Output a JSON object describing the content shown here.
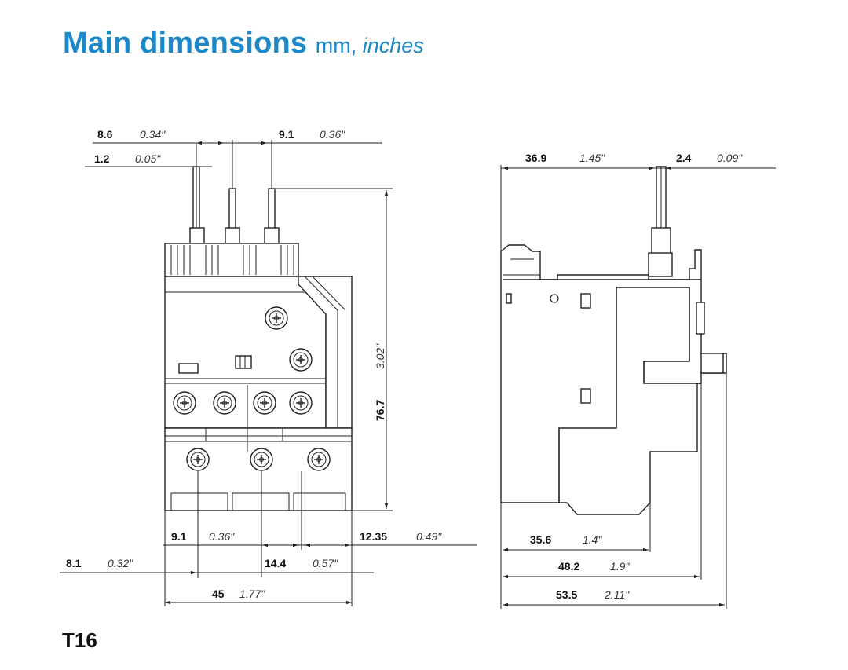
{
  "title": {
    "main": "Main dimensions",
    "units_mm": "mm,",
    "units_in": "inches"
  },
  "model": "T16",
  "front_view": {
    "dims": {
      "top_left_pitch": {
        "mm": "8.6",
        "in": "0.34\""
      },
      "top_right_pitch": {
        "mm": "9.1",
        "in": "0.36\""
      },
      "pin_width": {
        "mm": "1.2",
        "in": "0.05\""
      },
      "height": {
        "mm": "76.7",
        "in": "3.02\""
      },
      "bottom_left_pitch": {
        "mm": "9.1",
        "in": "0.36\""
      },
      "bottom_left_offset": {
        "mm": "8.1",
        "in": "0.32\""
      },
      "bottom_center_pitch": {
        "mm": "14.4",
        "in": "0.57\""
      },
      "bottom_right_offset": {
        "mm": "12.35",
        "in": "0.49\""
      },
      "overall_width": {
        "mm": "45",
        "in": "1.77\""
      }
    }
  },
  "side_view": {
    "dims": {
      "top_pin_offset": {
        "mm": "36.9",
        "in": "1.45\""
      },
      "top_pin_width": {
        "mm": "2.4",
        "in": "0.09\""
      },
      "depth_1": {
        "mm": "35.6",
        "in": "1.4\""
      },
      "depth_2": {
        "mm": "48.2",
        "in": "1.9\""
      },
      "depth_3": {
        "mm": "53.5",
        "in": "2.11\""
      }
    }
  }
}
